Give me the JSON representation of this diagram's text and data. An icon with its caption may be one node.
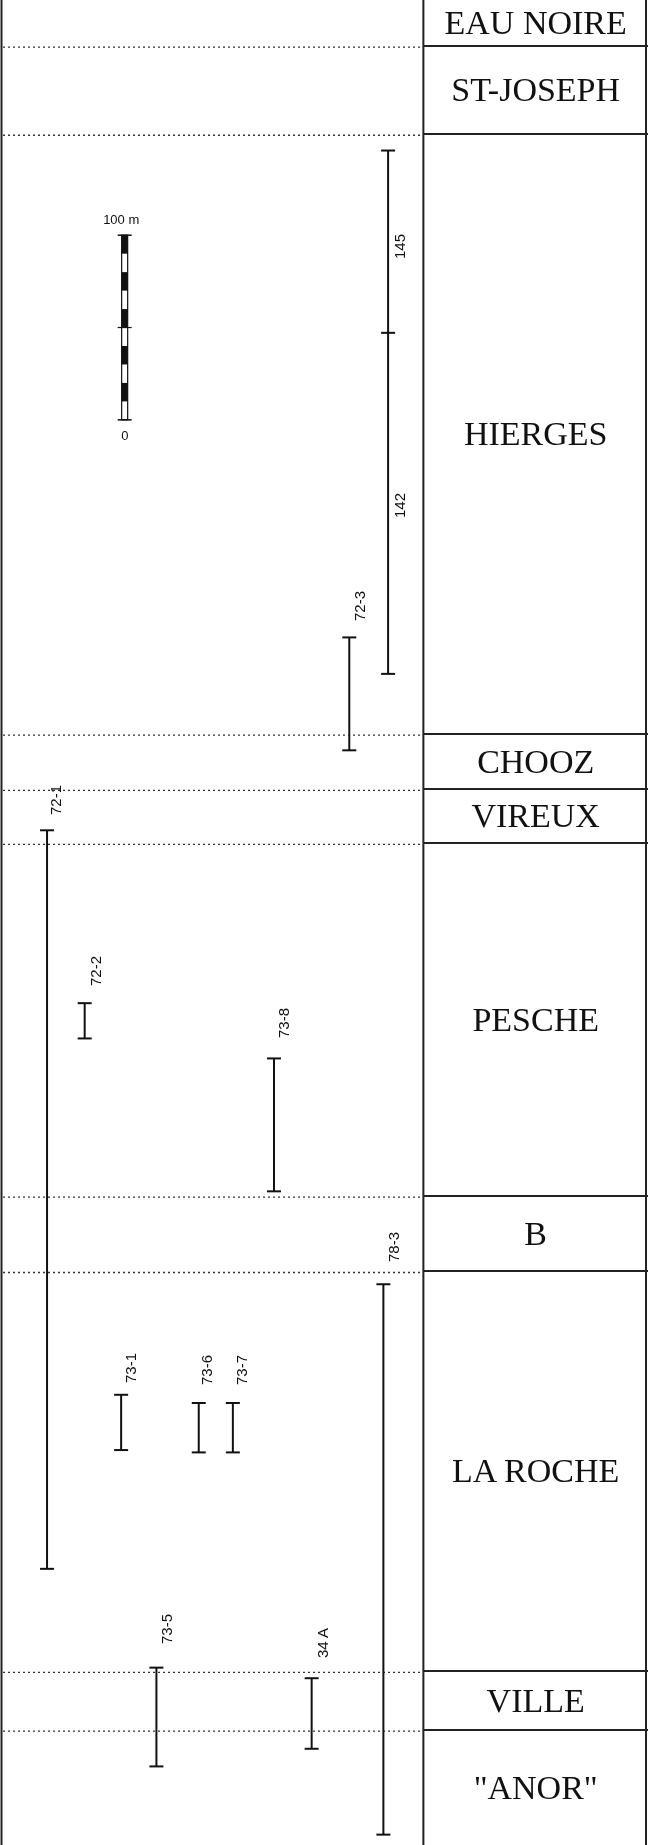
{
  "diagram": {
    "nodes": [
      {
        "text": [
          "EAU NOIRE"
        ]
      },
      {
        "text": [
          "ST-JOSEPH"
        ]
      },
      {
        "text": [
          "HIERGES"
        ]
      },
      {
        "text": [
          "CHOOZ"
        ]
      },
      {
        "text": [
          "VIREUX"
        ]
      },
      {
        "text": [
          "PESCHE"
        ]
      },
      {
        "text": [
          "B"
        ]
      },
      {
        "text": [
          "LA ROCHE"
        ]
      },
      {
        "text": [
          "VILLE"
        ]
      },
      {
        "text": [
          "\"ANOR\""
        ]
      }
    ],
    "labels": [
      "100 m",
      "145",
      "0",
      "142",
      "72-3",
      "72-1",
      "72-2",
      "73-8",
      "78-3",
      "73-1",
      "73-6",
      "73-7",
      "73-5",
      "34 A"
    ]
  }
}
